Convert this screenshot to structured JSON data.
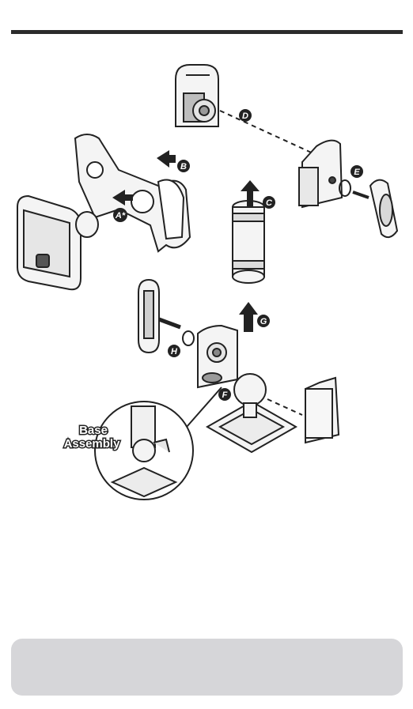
{
  "callouts": {
    "a": "A*",
    "b": "B",
    "c": "C",
    "d": "D",
    "e": "E",
    "f": "F",
    "g": "G",
    "h": "H"
  },
  "inset": {
    "label_line1": "Base",
    "label_line2": "Assembly"
  },
  "colors": {
    "rule": "#2b2b2b",
    "panel": "#d6d6d9",
    "ink": "#222222",
    "part_fill": "#f4f4f4",
    "shade": "#9a9a9a"
  }
}
